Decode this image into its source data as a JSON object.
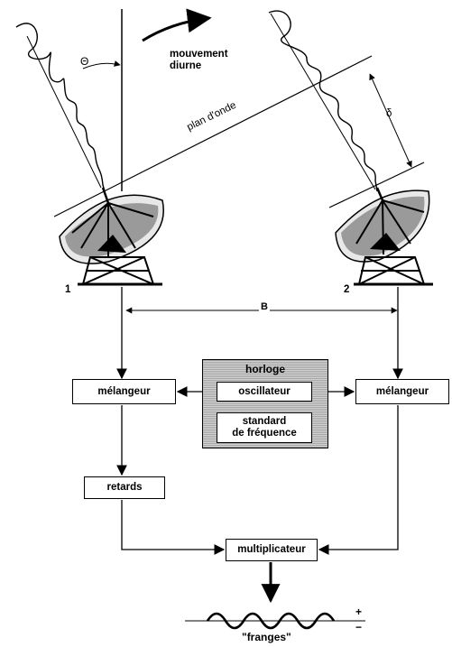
{
  "top": {
    "theta_symbol": "Θ",
    "mouvement_line1": "mouvement",
    "mouvement_line2": "diurne",
    "plan_onde": "plan d'onde",
    "delta_symbol": "δ"
  },
  "antennas": {
    "left_label": "1",
    "right_label": "2",
    "baseline_label": "B"
  },
  "blocks": {
    "melangeur_left": "mélangeur",
    "melangeur_right": "mélangeur",
    "horloge": "horloge",
    "oscillateur": "oscillateur",
    "standard": "standard\nde fréquence",
    "retards": "retards",
    "multiplicateur": "multiplicateur"
  },
  "output": {
    "plus": "+",
    "minus": "−",
    "franges": "\"franges\""
  }
}
